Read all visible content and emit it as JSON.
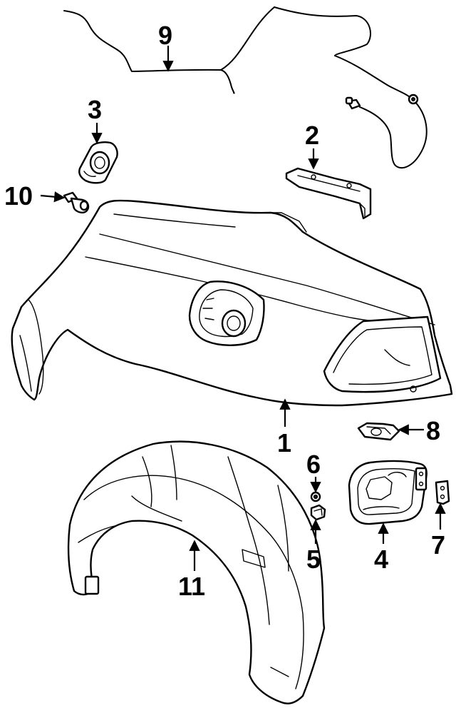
{
  "callouts": [
    {
      "id": "1",
      "label": "1",
      "part": "quarter-panel"
    },
    {
      "id": "2",
      "label": "2",
      "part": "bracket"
    },
    {
      "id": "3",
      "label": "3",
      "part": "grommet-housing"
    },
    {
      "id": "4",
      "label": "4",
      "part": "fuel-door-housing"
    },
    {
      "id": "5",
      "label": "5",
      "part": "clip"
    },
    {
      "id": "6",
      "label": "6",
      "part": "nut"
    },
    {
      "id": "7",
      "label": "7",
      "part": "hinge"
    },
    {
      "id": "8",
      "label": "8",
      "part": "latch"
    },
    {
      "id": "9",
      "label": "9",
      "part": "release-cable"
    },
    {
      "id": "10",
      "label": "10",
      "part": "bumper-stop"
    },
    {
      "id": "11",
      "label": "11",
      "part": "wheelhouse-liner"
    }
  ]
}
